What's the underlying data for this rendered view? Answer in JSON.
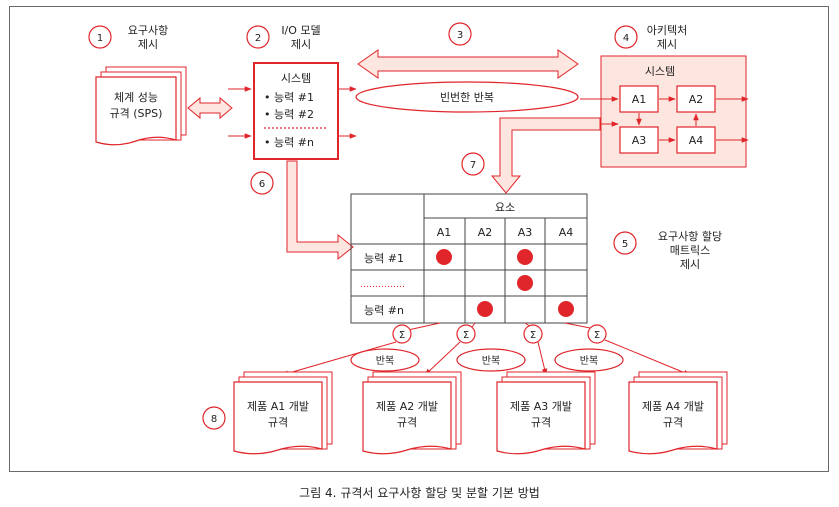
{
  "colors": {
    "accent": "#e0262b",
    "accent_fill": "#fde5e0",
    "dot": "#e0262b",
    "line": "#444444"
  },
  "steps": {
    "s1": {
      "num": "1",
      "line1": "요구사항",
      "line2": "제시"
    },
    "s2": {
      "num": "2",
      "line1": "I/O 모델",
      "line2": "제시"
    },
    "s3": {
      "num": "3"
    },
    "s4": {
      "num": "4",
      "line1": "아키텍처",
      "line2": "제시"
    },
    "s5": {
      "num": "5",
      "line1": "요구사항 할당",
      "line2": "매트릭스",
      "line3": "제시"
    },
    "s6": {
      "num": "6"
    },
    "s7": {
      "num": "7"
    },
    "s8": {
      "num": "8"
    }
  },
  "sps": {
    "line1": "체계 성능",
    "line2": "규격 (SPS)"
  },
  "io_system": {
    "title": "시스템",
    "items": [
      "• 능력 #1",
      "• 능력 #2",
      "• 능력 #n"
    ]
  },
  "iteration_main": "빈번한 반복",
  "architecture": {
    "title": "시스템",
    "blocks": [
      "A1",
      "A2",
      "A3",
      "A4"
    ]
  },
  "matrix": {
    "header": "요소",
    "columns": [
      "A1",
      "A2",
      "A3",
      "A4"
    ],
    "rows": [
      {
        "label": "능력 #1",
        "marks": [
          true,
          false,
          true,
          false
        ]
      },
      {
        "label": "……………",
        "marks": [
          false,
          false,
          true,
          false
        ]
      },
      {
        "label": "능력 #n",
        "marks": [
          false,
          true,
          false,
          true
        ]
      }
    ]
  },
  "sigma": "Σ",
  "iteration_small": [
    "반복",
    "반복",
    "반복"
  ],
  "products": [
    {
      "line1": "제품 A1 개발",
      "line2": "규격"
    },
    {
      "line1": "제품 A2 개발",
      "line2": "규격"
    },
    {
      "line1": "제품 A3 개발",
      "line2": "규격"
    },
    {
      "line1": "제품 A4 개발",
      "line2": "규격"
    }
  ],
  "caption": "그림 4. 규격서 요구사항 할당 및 분할 기본 방법"
}
